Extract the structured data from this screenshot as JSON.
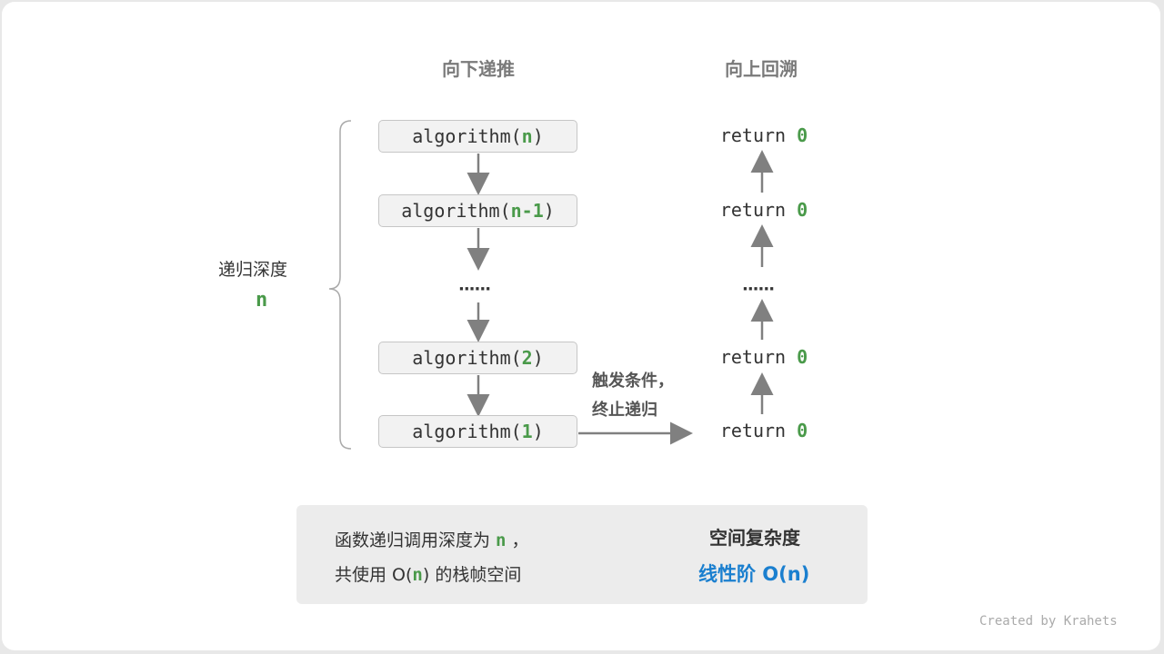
{
  "headings": {
    "left": "向下递推",
    "right": "向上回溯"
  },
  "calls": [
    {
      "prefix": "algorithm(",
      "arg": "n",
      "suffix": ")"
    },
    {
      "prefix": "algorithm(",
      "arg": "n-1",
      "suffix": ")"
    },
    {
      "prefix": "algorithm(",
      "arg": "2",
      "suffix": ")"
    },
    {
      "prefix": "algorithm(",
      "arg": "1",
      "suffix": ")"
    }
  ],
  "ellipsis": "······",
  "returns": [
    {
      "kw": "return ",
      "val": "0"
    },
    {
      "kw": "return ",
      "val": "0"
    },
    {
      "kw": "return ",
      "val": "0"
    },
    {
      "kw": "return ",
      "val": "0"
    }
  ],
  "depth": {
    "label": "递归深度",
    "value": "n"
  },
  "trigger": {
    "line1": "触发条件，",
    "line2": "终止递归"
  },
  "summary": {
    "l1a": "函数递归调用深度为 ",
    "l1n": "n",
    "l1b": " ，",
    "l2a": "共使用 O(",
    "l2n": "n",
    "l2b": ") 的栈帧空间",
    "title": "空间复杂度",
    "result": "线性阶 O(n)"
  },
  "credit": "Created by Krahets",
  "colors": {
    "green": "#4a9a4a",
    "blue": "#1a7fcf",
    "arrow": "#808080"
  }
}
